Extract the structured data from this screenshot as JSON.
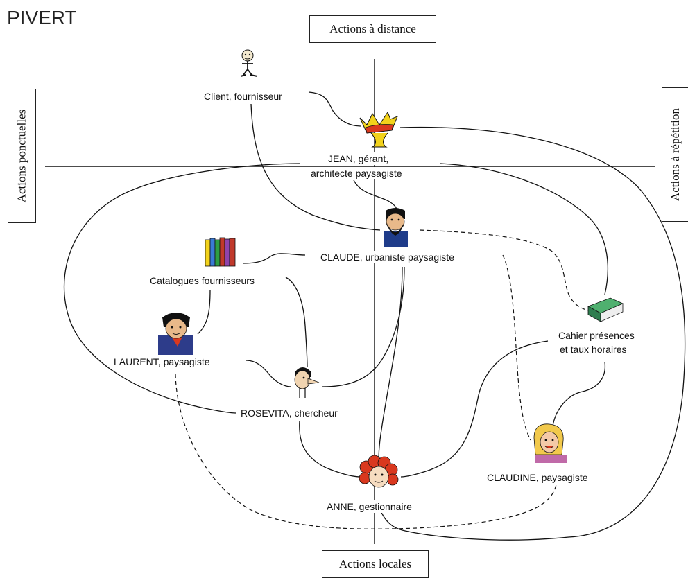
{
  "title": "PIVERT",
  "axes": {
    "top": "Actions à distance",
    "bottom": "Actions locales",
    "left": "Actions ponctuelles",
    "right": "Actions à répétition"
  },
  "nodes": {
    "client": {
      "label": "Client, fournisseur",
      "icon": "cartoon-figure-icon"
    },
    "jean": {
      "label_line1": "JEAN, gérant,",
      "label_line2": "architecte paysagiste",
      "icon": "crown-icon"
    },
    "claude": {
      "label": "CLAUDE, urbaniste paysagiste",
      "icon": "bearded-man-icon"
    },
    "catalogues": {
      "label": "Catalogues fournisseurs",
      "icon": "books-icon"
    },
    "laurent": {
      "label": "LAURENT, paysagiste",
      "icon": "man-portrait-icon"
    },
    "rosevita": {
      "label": "ROSEVITA, chercheur",
      "icon": "long-nose-face-icon"
    },
    "anne": {
      "label": "ANNE, gestionnaire",
      "icon": "curly-red-hair-icon"
    },
    "cahier": {
      "label_line1": "Cahier présences",
      "label_line2": "et taux horaires",
      "icon": "green-book-icon"
    },
    "claudine": {
      "label": "CLAUDINE, paysagiste",
      "icon": "blonde-woman-icon"
    }
  },
  "colors": {
    "line": "#111111",
    "crown": "#f2d21b",
    "books": "#c0392b",
    "cahier": "#2e7d4f",
    "anne_hair": "#d9381e"
  }
}
